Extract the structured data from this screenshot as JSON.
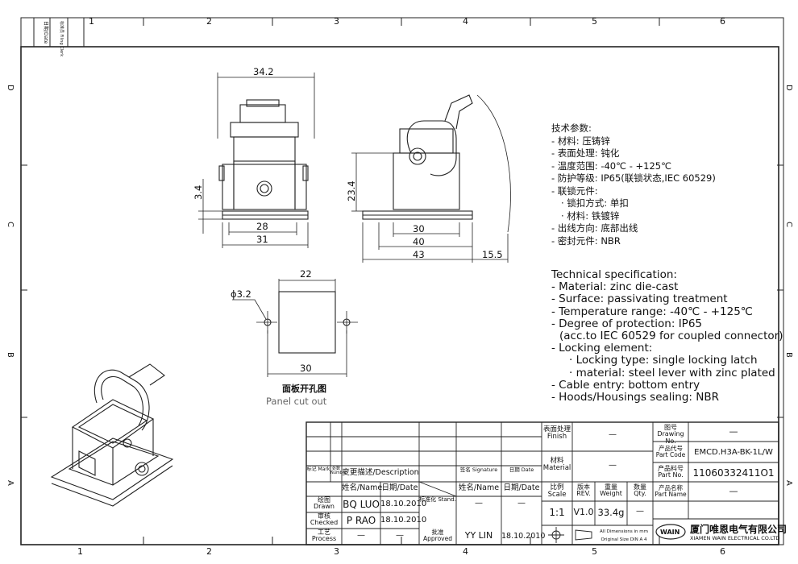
{
  "border": {
    "columns": [
      "1",
      "2",
      "3",
      "4",
      "5",
      "6"
    ],
    "rows": [
      "D",
      "C",
      "B",
      "A"
    ],
    "corner_labels": [
      "日期/Date",
      "标准员 Filing Clerk"
    ]
  },
  "dims": {
    "top_width": "34.2",
    "left_height": "3.4",
    "base_inner": "28",
    "base_outer": "31",
    "side_height": "23.4",
    "side_w1": "30",
    "side_w2": "40",
    "side_w3": "43",
    "side_lever": "15.5",
    "cut_top": "22",
    "cut_bottom": "30",
    "hole_dia": "ϕ3.2"
  },
  "cutout": {
    "title_cn": "面板开孔图",
    "title_en": "Panel cut out"
  },
  "specs_cn": [
    "技术参数:",
    "- 材料: 压铸锌",
    "- 表面处理: 钝化",
    "- 温度范围: -40℃ - +125℃",
    "- 防护等级: IP65(联锁状态,IEC 60529)",
    "- 联锁元件:",
    "    · 锁扣方式: 单扣",
    "    · 材料: 铁镀锌",
    "- 出线方向: 底部出线",
    "- 密封元件: NBR"
  ],
  "specs_en": [
    "Technical specification:",
    "- Material: zinc die-cast",
    "- Surface: passivating treatment",
    "- Temperature range: -40℃ - +125℃",
    "- Degree of protection: IP65",
    "  (acc.to IEC 60529 for coupled connector)",
    "- Locking element:",
    "      · Locking type: single locking latch",
    "      · material: steel lever with zinc plated",
    "- Cable entry: bottom entry",
    "- Hoods/Housings sealing: NBR"
  ],
  "title_block": {
    "mark": "标记 Mark",
    "number": "处数 Number",
    "description": "变更描述/Description",
    "signature": "签名 Signature",
    "date_col": "日期 Date",
    "name_date": "姓名/Name",
    "date_label": "日期/Date",
    "drawn": "绘图 Drawn",
    "checked": "审核 Checked",
    "process": "工艺 Process",
    "stand": "标准化 Stand.",
    "approved": "批准 Approved",
    "drawn_name": "BQ LUO",
    "drawn_date": "18.10.2010",
    "checked_name": "P RAO",
    "checked_date": "18.10.2010",
    "dash": "—",
    "approved_name": "YY LIN",
    "approved_date": "18.10.2010",
    "finish": "表面处理 Finish",
    "material": "材料 Material",
    "scale": "比例 Scale",
    "rev": "版本 REV.",
    "weight": "重量 Weight",
    "qty": "数量 Qty.",
    "scale_val": "1:1",
    "rev_val": "V1.0",
    "weight_val": "33.4g",
    "dims_note_1": "All Dimensions in mm",
    "dims_note_2": "Original Size DIN A 4",
    "drawing_no": "图号 Drawing No.",
    "part_code": "产品代号 Part Code",
    "part_code_val": "EMCD.H3A-BK-1L/W",
    "part_no": "产品料号 Part No.",
    "part_no_val": "11060332411O1",
    "part_name": "产品名称 Part Name",
    "logo": "WAIN",
    "company_cn": "厦门唯恩电气有限公司",
    "company_en": "XIAMEN WAIN ELECTRICAL CO.LTD"
  }
}
